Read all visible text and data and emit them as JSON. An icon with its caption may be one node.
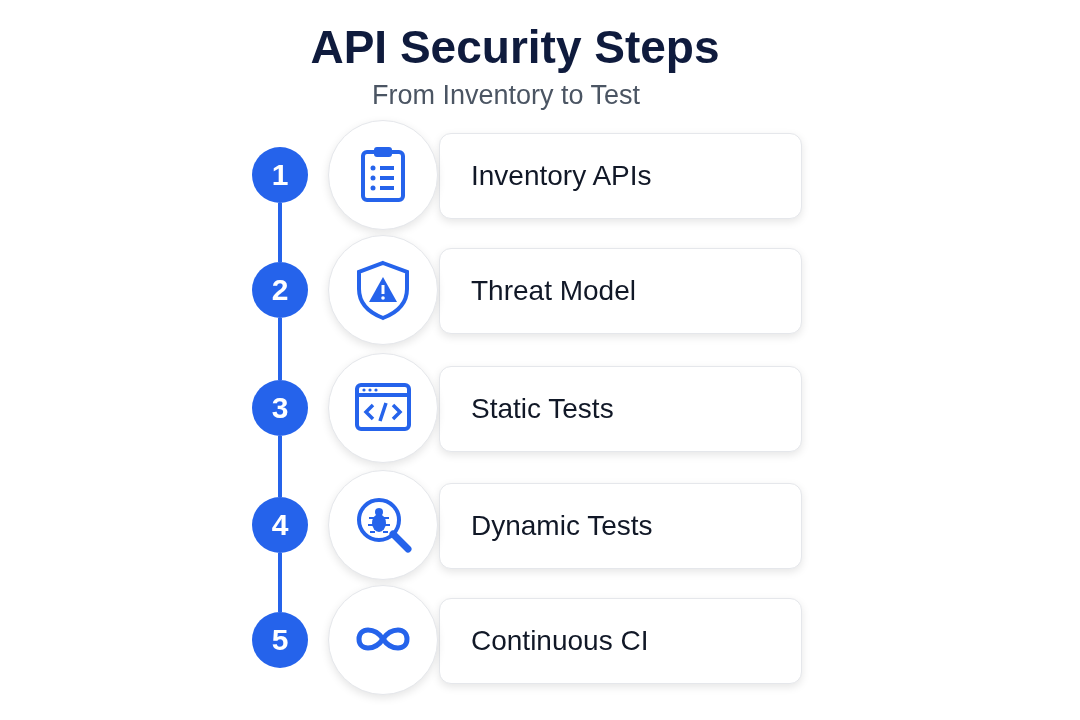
{
  "diagram": {
    "title": "API Security Steps",
    "nodes": [
      {
        "text": [
          "1"
        ]
      },
      {
        "text": [
          "Inventory APIs"
        ]
      },
      {
        "text": [
          "2"
        ]
      },
      {
        "text": [
          "Threat Model"
        ]
      },
      {
        "text": [
          "3"
        ]
      },
      {
        "text": [
          "Static Tests"
        ]
      },
      {
        "text": [
          "4"
        ]
      },
      {
        "text": [
          "Dynamic Tests"
        ]
      },
      {
        "text": [
          "5"
        ]
      },
      {
        "text": [
          "Continuous CI"
        ]
      }
    ],
    "edges": [
      {
        "from": 0,
        "to": 2,
        "arrow": "none"
      },
      {
        "from": 2,
        "to": 4,
        "arrow": "none"
      },
      {
        "from": 4,
        "to": 6,
        "arrow": "none"
      },
      {
        "from": 6,
        "to": 8,
        "arrow": "none"
      }
    ],
    "labels": [
      "From Inventory to Test"
    ]
  }
}
